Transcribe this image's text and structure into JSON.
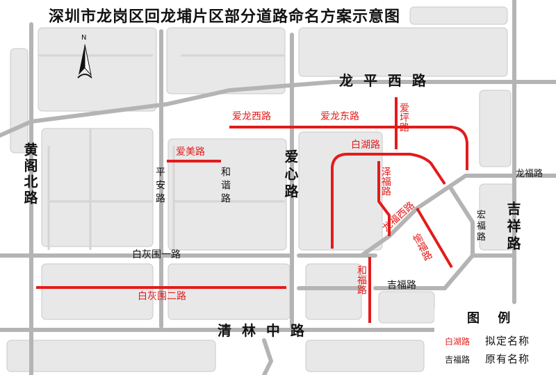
{
  "title": "深圳市龙岗区回龙埔片区部分道路命名方案示意图",
  "compass": {
    "north_label": "N",
    "icon": "north-arrow-icon"
  },
  "colors": {
    "proposed": "#e31b1b",
    "existing": "#111111",
    "road": "#b4b4b4",
    "block": "#e6e6e6"
  },
  "roads_existing": {
    "longpingxi": "龙 平 西 路",
    "huanggebei": "黄阁北路",
    "pingan": "平安路",
    "aixin": "爱心路",
    "longfu": "龙福路",
    "jixiang": "吉祥路",
    "hong": "宏福路",
    "baihuiyi": "白灰围一路",
    "jifu": "吉福路",
    "qinglinzhong": "清 林 中 路"
  },
  "roads_proposed": {
    "ailongxi": "爱龙西路",
    "ailongdong": "爱龙东路",
    "aiping": "爱坪路",
    "baihu": "白湖路",
    "aimei": "爱美路",
    "hexie": "和谐路",
    "zefu": "泽福路",
    "longfuxi": "龙福西路",
    "yufu": "愉福路",
    "hefu": "和福路",
    "baihuier": "白灰围二路"
  },
  "legend": {
    "title": "图 例",
    "proposed_sample": "白湖路",
    "proposed_text": "拟定名称",
    "existing_sample": "吉福路",
    "existing_text": "原有名称"
  }
}
